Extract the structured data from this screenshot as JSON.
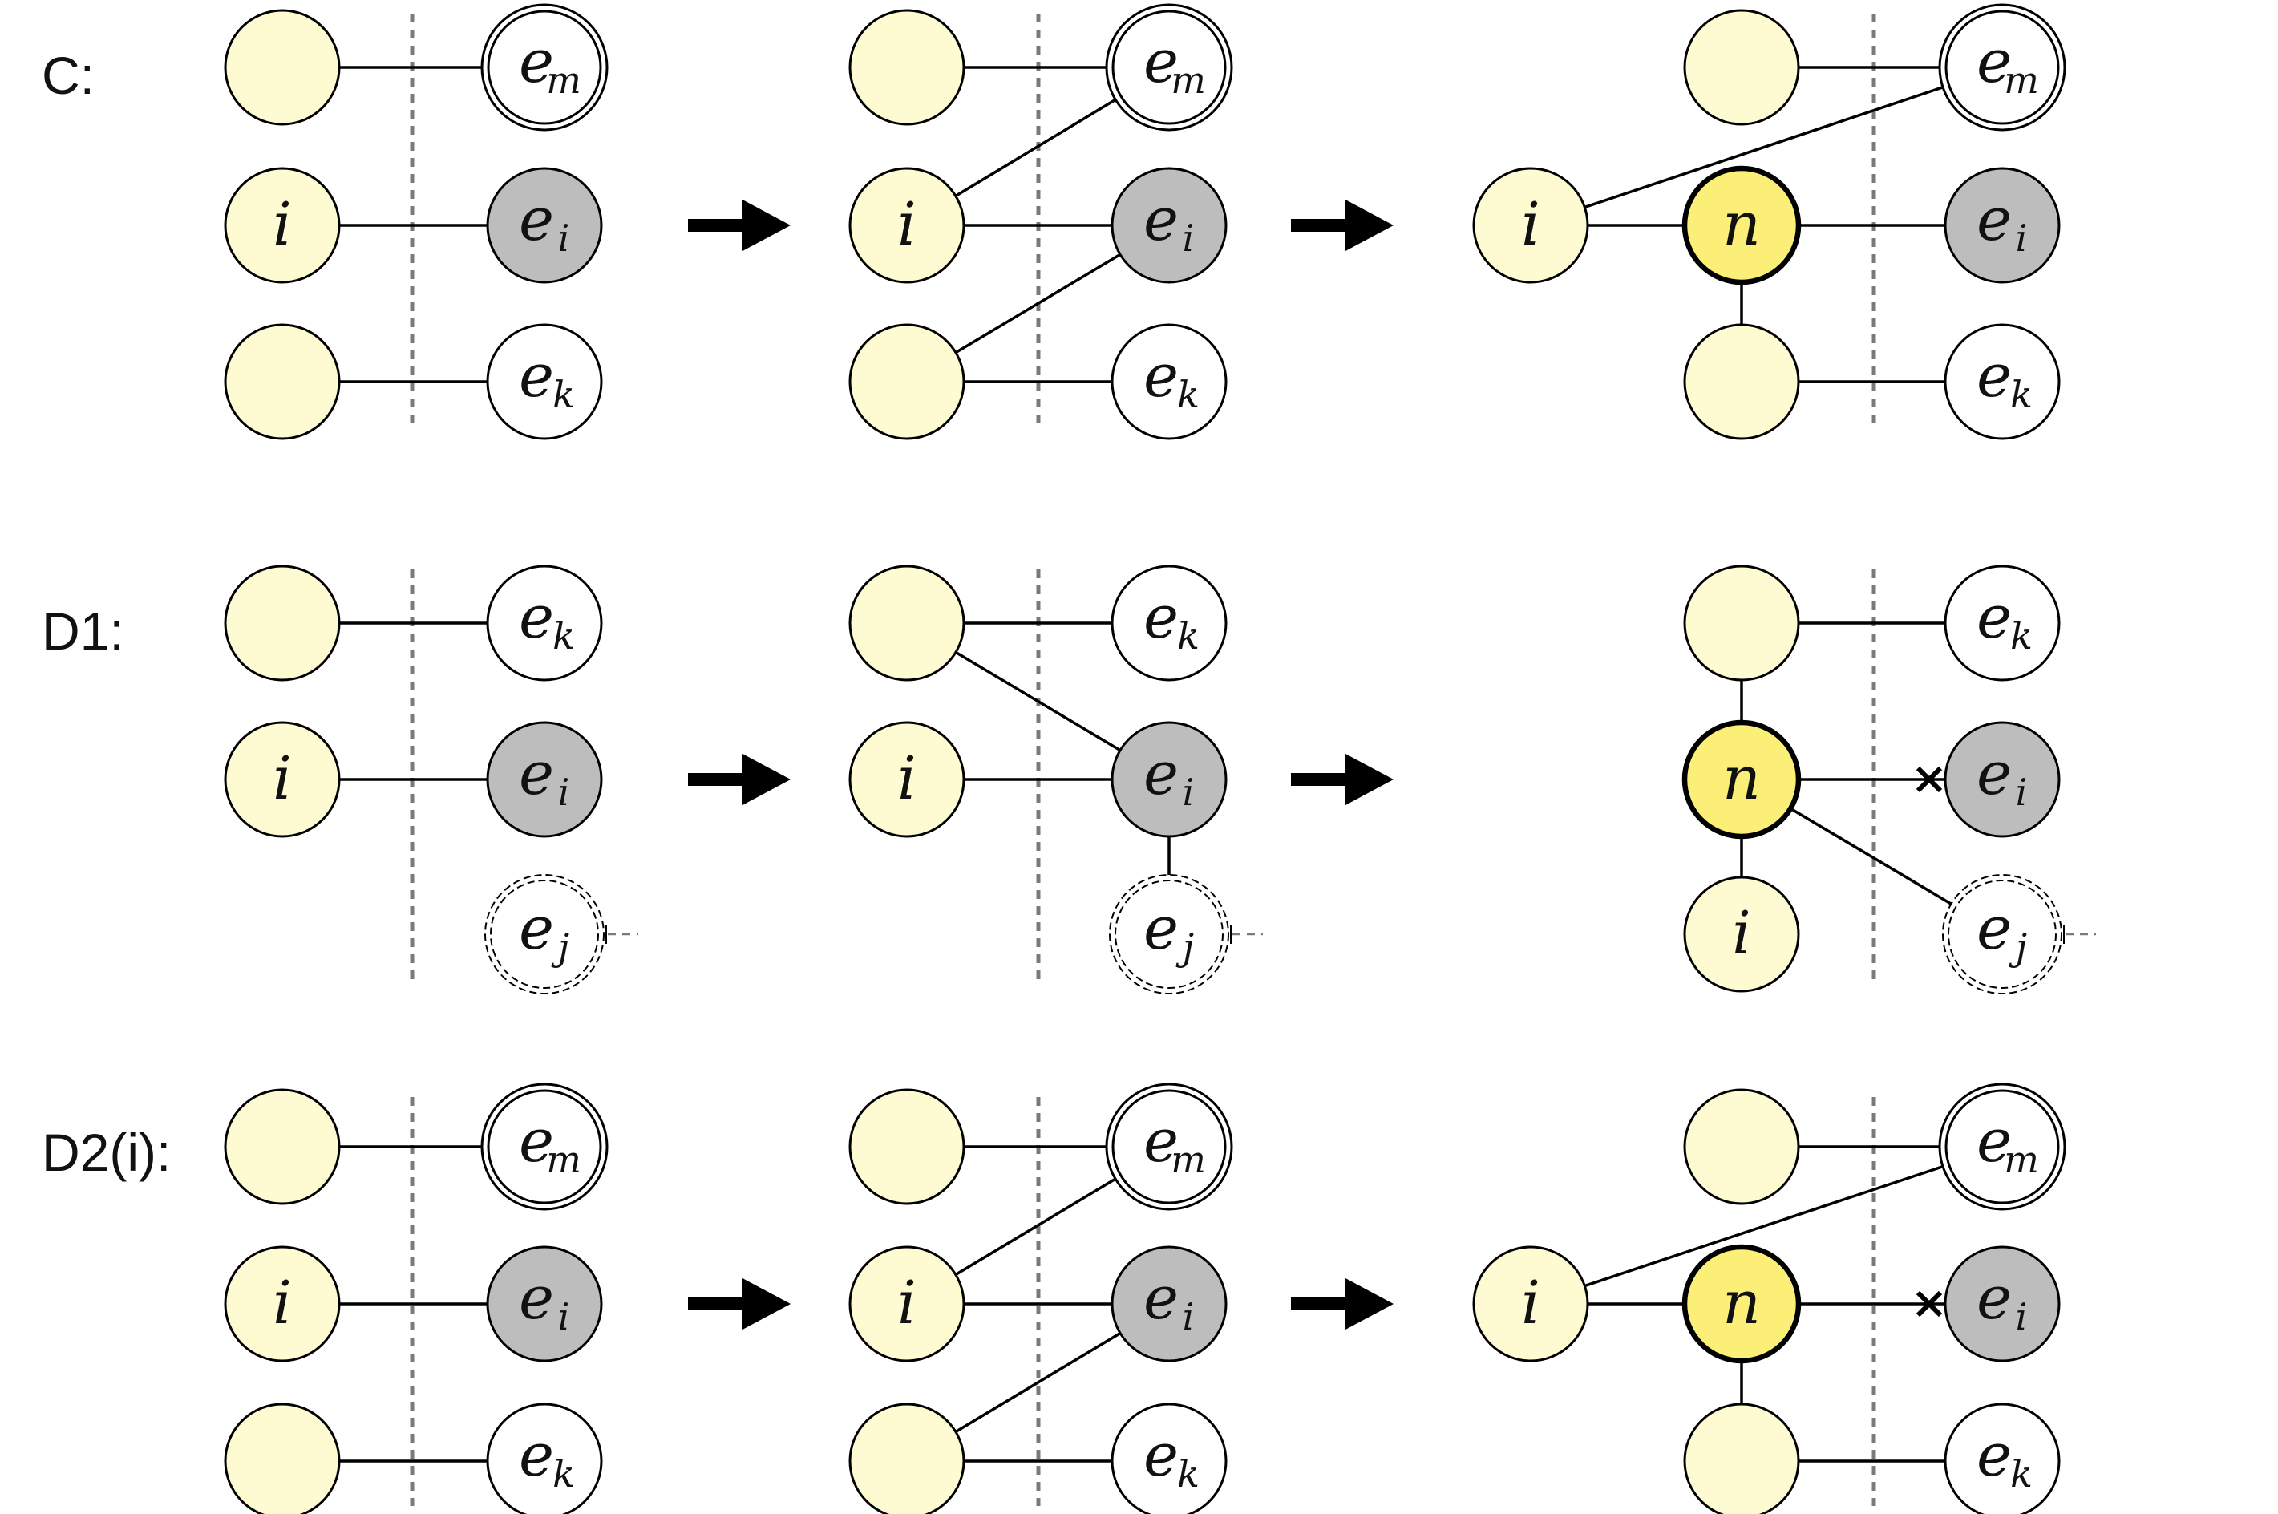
{
  "colors": {
    "yellow_light": "#fefbd2",
    "yellow_bright": "#fcef78",
    "gray_node": "#bdbdbd",
    "white_node": "#ffffff",
    "stroke": "#000000",
    "separator": "#7a7a7a"
  },
  "rows": [
    {
      "id": "C",
      "label": "C:",
      "panels": [
        {
          "nodes": [
            {
              "id": "t1",
              "kind": "yellow",
              "label": ""
            },
            {
              "id": "i",
              "kind": "yellow",
              "label": "i"
            },
            {
              "id": "t3",
              "kind": "yellow",
              "label": ""
            },
            {
              "id": "em",
              "kind": "double",
              "label": "e",
              "sub": "m"
            },
            {
              "id": "ei",
              "kind": "gray",
              "label": "e",
              "sub": "i"
            },
            {
              "id": "ek",
              "kind": "white",
              "label": "e",
              "sub": "k"
            }
          ],
          "edges": [
            [
              "t1",
              "em"
            ],
            [
              "i",
              "ei"
            ],
            [
              "t3",
              "ek"
            ]
          ]
        },
        {
          "nodes": [
            {
              "id": "t1",
              "kind": "yellow",
              "label": ""
            },
            {
              "id": "i",
              "kind": "yellow",
              "label": "i"
            },
            {
              "id": "t3",
              "kind": "yellow",
              "label": ""
            },
            {
              "id": "em",
              "kind": "double",
              "label": "e",
              "sub": "m"
            },
            {
              "id": "ei",
              "kind": "gray",
              "label": "e",
              "sub": "i"
            },
            {
              "id": "ek",
              "kind": "white",
              "label": "e",
              "sub": "k"
            }
          ],
          "edges": [
            [
              "t1",
              "em"
            ],
            [
              "i",
              "em"
            ],
            [
              "i",
              "ei"
            ],
            [
              "t3",
              "ei"
            ],
            [
              "t3",
              "ek"
            ]
          ]
        },
        {
          "nodes": [
            {
              "id": "i",
              "kind": "yellow",
              "label": "i"
            },
            {
              "id": "n",
              "kind": "bright",
              "label": "n"
            },
            {
              "id": "t1",
              "kind": "yellow",
              "label": ""
            },
            {
              "id": "t3",
              "kind": "yellow",
              "label": ""
            },
            {
              "id": "em",
              "kind": "double",
              "label": "e",
              "sub": "m"
            },
            {
              "id": "ei",
              "kind": "gray",
              "label": "e",
              "sub": "i"
            },
            {
              "id": "ek",
              "kind": "white",
              "label": "e",
              "sub": "k"
            }
          ],
          "edges": [
            [
              "t1",
              "em"
            ],
            [
              "i",
              "em"
            ],
            [
              "i",
              "n"
            ],
            [
              "n",
              "ei"
            ],
            [
              "n",
              "t3"
            ],
            [
              "t3",
              "ek"
            ]
          ]
        }
      ]
    },
    {
      "id": "D1",
      "label": "D1:",
      "panels": [
        {
          "nodes": [
            {
              "id": "t1",
              "kind": "yellow",
              "label": ""
            },
            {
              "id": "i",
              "kind": "yellow",
              "label": "i"
            },
            {
              "id": "ek",
              "kind": "white",
              "label": "e",
              "sub": "k"
            },
            {
              "id": "ei",
              "kind": "gray",
              "label": "e",
              "sub": "i"
            },
            {
              "id": "ej",
              "kind": "dashed",
              "label": "e",
              "sub": "j"
            }
          ],
          "edges": [
            [
              "t1",
              "ek"
            ],
            [
              "i",
              "ei"
            ]
          ]
        },
        {
          "nodes": [
            {
              "id": "t1",
              "kind": "yellow",
              "label": ""
            },
            {
              "id": "i",
              "kind": "yellow",
              "label": "i"
            },
            {
              "id": "ek",
              "kind": "white",
              "label": "e",
              "sub": "k"
            },
            {
              "id": "ei",
              "kind": "gray",
              "label": "e",
              "sub": "i"
            },
            {
              "id": "ej",
              "kind": "dashed",
              "label": "e",
              "sub": "j"
            }
          ],
          "edges": [
            [
              "t1",
              "ek"
            ],
            [
              "t1",
              "ei"
            ],
            [
              "i",
              "ei"
            ],
            [
              "ei",
              "ej"
            ]
          ]
        },
        {
          "nodes": [
            {
              "id": "t1",
              "kind": "yellow",
              "label": ""
            },
            {
              "id": "n",
              "kind": "bright",
              "label": "n"
            },
            {
              "id": "i",
              "kind": "yellow",
              "label": "i"
            },
            {
              "id": "ek",
              "kind": "white",
              "label": "e",
              "sub": "k"
            },
            {
              "id": "ei",
              "kind": "gray",
              "label": "e",
              "sub": "i"
            },
            {
              "id": "ej",
              "kind": "dashed",
              "label": "e",
              "sub": "j"
            }
          ],
          "edges": [
            [
              "t1",
              "ek"
            ],
            [
              "t1",
              "n"
            ],
            [
              "n",
              "i"
            ],
            [
              "n",
              "ej"
            ]
          ],
          "cut_edges": [
            [
              "n",
              "ei"
            ]
          ]
        }
      ]
    },
    {
      "id": "D2i",
      "label": "D2(i):",
      "panels": [
        {
          "nodes": [
            {
              "id": "t1",
              "kind": "yellow",
              "label": ""
            },
            {
              "id": "i",
              "kind": "yellow",
              "label": "i"
            },
            {
              "id": "t3",
              "kind": "yellow",
              "label": ""
            },
            {
              "id": "em",
              "kind": "double",
              "label": "e",
              "sub": "m"
            },
            {
              "id": "ei",
              "kind": "gray",
              "label": "e",
              "sub": "i"
            },
            {
              "id": "ek",
              "kind": "white",
              "label": "e",
              "sub": "k"
            }
          ],
          "edges": [
            [
              "t1",
              "em"
            ],
            [
              "i",
              "ei"
            ],
            [
              "t3",
              "ek"
            ]
          ]
        },
        {
          "nodes": [
            {
              "id": "t1",
              "kind": "yellow",
              "label": ""
            },
            {
              "id": "i",
              "kind": "yellow",
              "label": "i"
            },
            {
              "id": "t3",
              "kind": "yellow",
              "label": ""
            },
            {
              "id": "em",
              "kind": "double",
              "label": "e",
              "sub": "m"
            },
            {
              "id": "ei",
              "kind": "gray",
              "label": "e",
              "sub": "i"
            },
            {
              "id": "ek",
              "kind": "white",
              "label": "e",
              "sub": "k"
            }
          ],
          "edges": [
            [
              "t1",
              "em"
            ],
            [
              "i",
              "em"
            ],
            [
              "i",
              "ei"
            ],
            [
              "t3",
              "ei"
            ],
            [
              "t3",
              "ek"
            ]
          ]
        },
        {
          "nodes": [
            {
              "id": "i",
              "kind": "yellow",
              "label": "i"
            },
            {
              "id": "n",
              "kind": "bright",
              "label": "n"
            },
            {
              "id": "t1",
              "kind": "yellow",
              "label": ""
            },
            {
              "id": "t3",
              "kind": "yellow",
              "label": ""
            },
            {
              "id": "em",
              "kind": "double",
              "label": "e",
              "sub": "m"
            },
            {
              "id": "ei",
              "kind": "gray",
              "label": "e",
              "sub": "i"
            },
            {
              "id": "ek",
              "kind": "white",
              "label": "e",
              "sub": "k"
            }
          ],
          "edges": [
            [
              "t1",
              "em"
            ],
            [
              "i",
              "em"
            ],
            [
              "i",
              "n"
            ],
            [
              "n",
              "t3"
            ],
            [
              "t3",
              "ek"
            ]
          ],
          "cut_edges": [
            [
              "n",
              "ei"
            ]
          ]
        }
      ]
    }
  ],
  "arrows": [
    {
      "from_panel": 1,
      "to_panel": 2
    },
    {
      "from_panel": 2,
      "to_panel": 3
    }
  ]
}
